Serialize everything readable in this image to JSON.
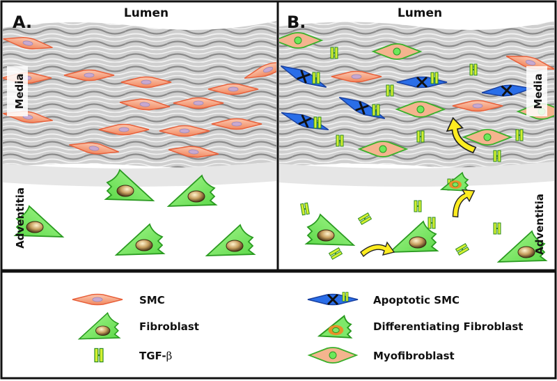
{
  "panels": {
    "a": {
      "letter": "A.",
      "top_label": "Lumen",
      "media_label": "Media",
      "adventitia_label": "Adventitia"
    },
    "b": {
      "letter": "B.",
      "top_label": "Lumen",
      "media_label": "Media",
      "adventitia_label": "Adventitia"
    }
  },
  "legend": {
    "smc": "SMC",
    "fibroblast": "Fibroblast",
    "tgf_prefix": "TGF-",
    "tgf_symbol": "β",
    "apoptotic_smc": "Apoptotic SMC",
    "differentiating_fibroblast": "Differentiating Fibroblast",
    "myofibroblast": "Myofibroblast"
  },
  "colors": {
    "smc_fill": "#f8a888",
    "smc_stroke": "#e8603a",
    "fibroblast_fill": "#7ee86a",
    "fibroblast_stroke": "#2a9a20",
    "tgf_fill": "#d4f030",
    "apoptotic_fill": "#2a6ee8",
    "differentiating_fill": "#e8902a",
    "arrow_fill": "#ffec20"
  }
}
